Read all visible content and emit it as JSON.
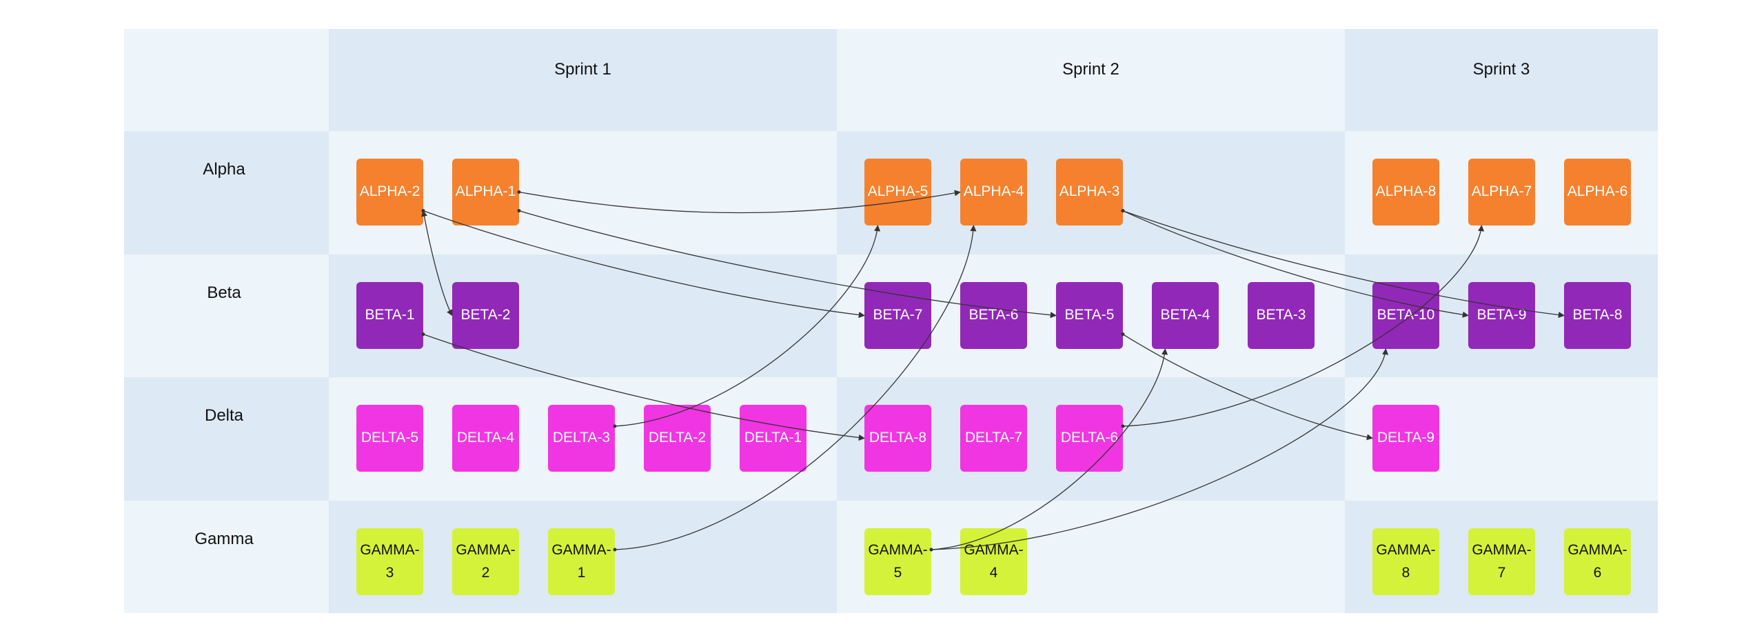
{
  "sprints": [
    {
      "id": "s1",
      "label": "Sprint 1"
    },
    {
      "id": "s2",
      "label": "Sprint 2"
    },
    {
      "id": "s3",
      "label": "Sprint 3"
    }
  ],
  "teams": [
    {
      "id": "alpha",
      "label": "Alpha",
      "color": "#f5812e",
      "text_color": "#ffffff"
    },
    {
      "id": "beta",
      "label": "Beta",
      "color": "#9228b8",
      "text_color": "#ffffff"
    },
    {
      "id": "delta",
      "label": "Delta",
      "color": "#ef36e2",
      "text_color": "#ffffff"
    },
    {
      "id": "gamma",
      "label": "Gamma",
      "color": "#d4f23a",
      "text_color": "#111111"
    }
  ],
  "cards": [
    {
      "id": "ALPHA-2",
      "team": "alpha",
      "sprint": "s1",
      "slot": 0
    },
    {
      "id": "ALPHA-1",
      "team": "alpha",
      "sprint": "s1",
      "slot": 1
    },
    {
      "id": "ALPHA-5",
      "team": "alpha",
      "sprint": "s2",
      "slot": 0
    },
    {
      "id": "ALPHA-4",
      "team": "alpha",
      "sprint": "s2",
      "slot": 1
    },
    {
      "id": "ALPHA-3",
      "team": "alpha",
      "sprint": "s2",
      "slot": 2
    },
    {
      "id": "ALPHA-8",
      "team": "alpha",
      "sprint": "s3",
      "slot": 0
    },
    {
      "id": "ALPHA-7",
      "team": "alpha",
      "sprint": "s3",
      "slot": 1
    },
    {
      "id": "ALPHA-6",
      "team": "alpha",
      "sprint": "s3",
      "slot": 2
    },
    {
      "id": "BETA-1",
      "team": "beta",
      "sprint": "s1",
      "slot": 0
    },
    {
      "id": "BETA-2",
      "team": "beta",
      "sprint": "s1",
      "slot": 1
    },
    {
      "id": "BETA-7",
      "team": "beta",
      "sprint": "s2",
      "slot": 0
    },
    {
      "id": "BETA-6",
      "team": "beta",
      "sprint": "s2",
      "slot": 1
    },
    {
      "id": "BETA-5",
      "team": "beta",
      "sprint": "s2",
      "slot": 2
    },
    {
      "id": "BETA-4",
      "team": "beta",
      "sprint": "s2",
      "slot": 3
    },
    {
      "id": "BETA-3",
      "team": "beta",
      "sprint": "s2",
      "slot": 4
    },
    {
      "id": "BETA-10",
      "team": "beta",
      "sprint": "s3",
      "slot": 0
    },
    {
      "id": "BETA-9",
      "team": "beta",
      "sprint": "s3",
      "slot": 1
    },
    {
      "id": "BETA-8",
      "team": "beta",
      "sprint": "s3",
      "slot": 2
    },
    {
      "id": "DELTA-5",
      "team": "delta",
      "sprint": "s1",
      "slot": 0
    },
    {
      "id": "DELTA-4",
      "team": "delta",
      "sprint": "s1",
      "slot": 1
    },
    {
      "id": "DELTA-3",
      "team": "delta",
      "sprint": "s1",
      "slot": 2
    },
    {
      "id": "DELTA-2",
      "team": "delta",
      "sprint": "s1",
      "slot": 3
    },
    {
      "id": "DELTA-1",
      "team": "delta",
      "sprint": "s1",
      "slot": 4
    },
    {
      "id": "DELTA-8",
      "team": "delta",
      "sprint": "s2",
      "slot": 0
    },
    {
      "id": "DELTA-7",
      "team": "delta",
      "sprint": "s2",
      "slot": 1
    },
    {
      "id": "DELTA-6",
      "team": "delta",
      "sprint": "s2",
      "slot": 2
    },
    {
      "id": "DELTA-9",
      "team": "delta",
      "sprint": "s3",
      "slot": 0
    },
    {
      "id": "GAMMA-3",
      "team": "gamma",
      "sprint": "s1",
      "slot": 0
    },
    {
      "id": "GAMMA-2",
      "team": "gamma",
      "sprint": "s1",
      "slot": 1
    },
    {
      "id": "GAMMA-1",
      "team": "gamma",
      "sprint": "s1",
      "slot": 2
    },
    {
      "id": "GAMMA-5",
      "team": "gamma",
      "sprint": "s2",
      "slot": 0
    },
    {
      "id": "GAMMA-4",
      "team": "gamma",
      "sprint": "s2",
      "slot": 1
    },
    {
      "id": "GAMMA-8",
      "team": "gamma",
      "sprint": "s3",
      "slot": 0
    },
    {
      "id": "GAMMA-7",
      "team": "gamma",
      "sprint": "s3",
      "slot": 1
    },
    {
      "id": "GAMMA-6",
      "team": "gamma",
      "sprint": "s3",
      "slot": 2
    }
  ],
  "dependencies": [
    {
      "from": "ALPHA-2",
      "to": "BETA-2",
      "bidirectional": true
    },
    {
      "from": "ALPHA-2",
      "to": "BETA-7"
    },
    {
      "from": "ALPHA-1",
      "to": "ALPHA-4"
    },
    {
      "from": "ALPHA-1",
      "to": "BETA-5"
    },
    {
      "from": "ALPHA-3",
      "to": "BETA-9"
    },
    {
      "from": "ALPHA-3",
      "to": "BETA-8"
    },
    {
      "from": "BETA-1",
      "to": "DELTA-8"
    },
    {
      "from": "BETA-5",
      "to": "DELTA-9"
    },
    {
      "from": "DELTA-3",
      "to": "ALPHA-5"
    },
    {
      "from": "DELTA-6",
      "to": "ALPHA-7"
    },
    {
      "from": "GAMMA-1",
      "to": "ALPHA-4"
    },
    {
      "from": "GAMMA-5",
      "to": "BETA-4"
    },
    {
      "from": "GAMMA-5",
      "to": "BETA-10"
    }
  ],
  "colors": {
    "cell_light": "#edf4fa",
    "cell_dark": "#dde9f4",
    "link": "#333333"
  }
}
